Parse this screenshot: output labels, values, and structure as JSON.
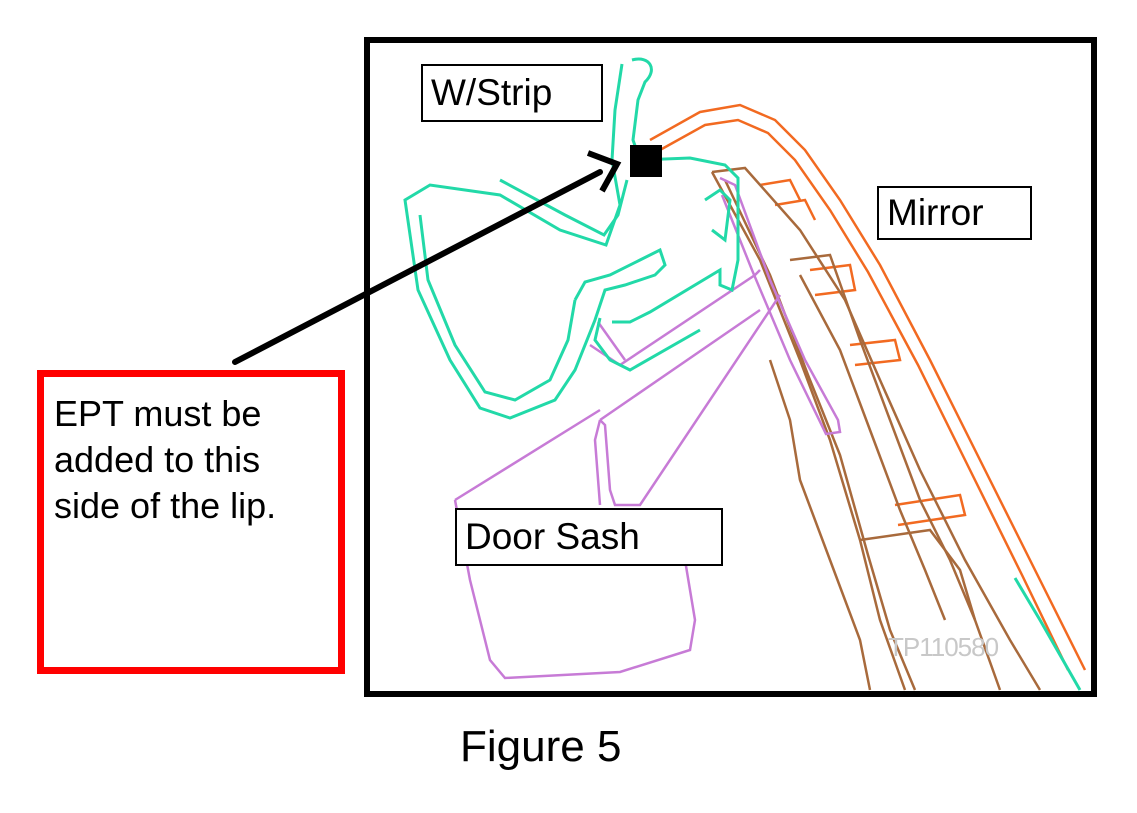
{
  "labels": {
    "wstrip": "W/Strip",
    "mirror": "Mirror",
    "door_sash": "Door Sash"
  },
  "note": {
    "text": "EPT must be\nadded to this\nside of the lip."
  },
  "caption": "Figure 5",
  "watermark": "TP110580",
  "colors": {
    "weatherstrip": "#22d9a8",
    "mirror": "#f26a21",
    "door_sash": "#c77bd6",
    "sash_frame": "#a86a3c",
    "note_border": "#ff0000",
    "frame": "#000000"
  }
}
